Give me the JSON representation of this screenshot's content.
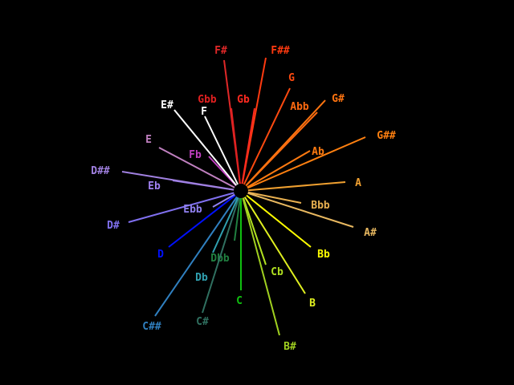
{
  "center_icon": "hub-circle",
  "notes": [
    {
      "label": "F#",
      "color": "#e02828"
    },
    {
      "label": "F##",
      "color": "#ff3a10"
    },
    {
      "label": "G",
      "color": "#ff4a10"
    },
    {
      "label": "Gbb",
      "color": "#e02020"
    },
    {
      "label": "Gb",
      "color": "#ff2a20"
    },
    {
      "label": "Abb",
      "color": "#ff6a10"
    },
    {
      "label": "G#",
      "color": "#ff7410"
    },
    {
      "label": "Ab",
      "color": "#ff7a10"
    },
    {
      "label": "G##",
      "color": "#ff8010"
    },
    {
      "label": "A",
      "color": "#f0a030"
    },
    {
      "label": "Bbb",
      "color": "#e8b050"
    },
    {
      "label": "A#",
      "color": "#e8b860"
    },
    {
      "label": "Bb",
      "color": "#ffff00"
    },
    {
      "label": "B",
      "color": "#e0f020"
    },
    {
      "label": "Cb",
      "color": "#b0e020"
    },
    {
      "label": "B#",
      "color": "#a0d020"
    },
    {
      "label": "C",
      "color": "#10c010"
    },
    {
      "label": "Dbb",
      "color": "#208040"
    },
    {
      "label": "C#",
      "color": "#307060"
    },
    {
      "label": "Db",
      "color": "#30a0b0"
    },
    {
      "label": "C##",
      "color": "#3080c0"
    },
    {
      "label": "D",
      "color": "#0010ff"
    },
    {
      "label": "D#",
      "color": "#8070f0"
    },
    {
      "label": "Ebb",
      "color": "#9080f0"
    },
    {
      "label": "Eb",
      "color": "#a080f0"
    },
    {
      "label": "D##",
      "color": "#a080e0"
    },
    {
      "label": "E",
      "color": "#c080c0"
    },
    {
      "label": "Fb",
      "color": "#c040c0"
    },
    {
      "label": "E#",
      "color": "#ffffff"
    },
    {
      "label": "F",
      "color": "#ffffff"
    }
  ]
}
